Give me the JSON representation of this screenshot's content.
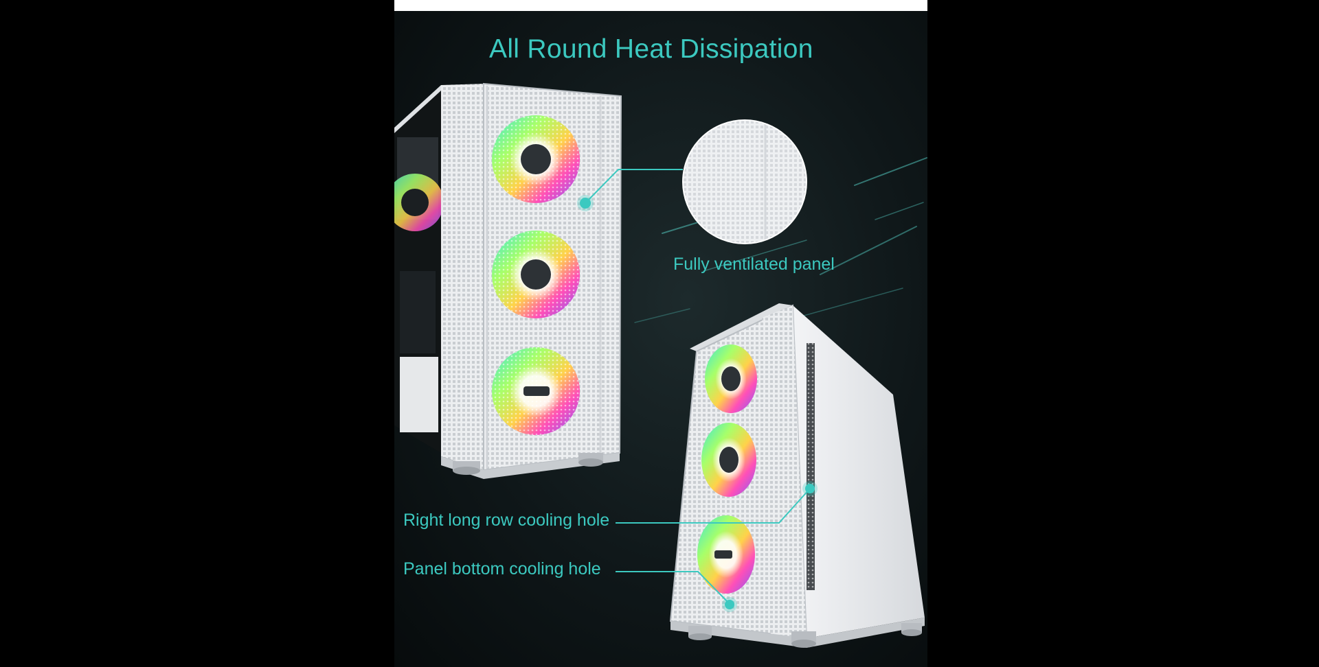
{
  "colors": {
    "accent": "#3cc9c0",
    "background": "#0f1719",
    "case_white": "#eef0f2"
  },
  "image": {
    "title": "All Round Heat Dissipation",
    "callouts": {
      "ventilated": "Fully ventilated panel",
      "right_row": "Right long row cooling hole",
      "bottom": "Panel bottom cooling hole"
    }
  }
}
